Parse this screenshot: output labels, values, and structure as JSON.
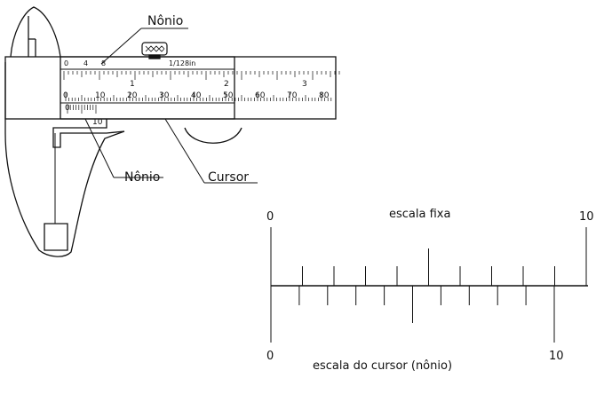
{
  "caliper": {
    "callout_top": "Nônio",
    "callout_bottom": "Nônio",
    "callout_cursor": "Cursor",
    "inch_fraction": "1/128in",
    "inch_labels": [
      "0",
      "4",
      "8"
    ],
    "inch_major": [
      "1",
      "2",
      "3"
    ],
    "mm_labels": [
      "0",
      "10",
      "20",
      "30",
      "40",
      "50",
      "60",
      "70",
      "80"
    ],
    "vernier_labels": [
      "0",
      "10"
    ]
  },
  "scale_diagram": {
    "fixed_label": "escala fixa",
    "vernier_label": "escala do cursor (nônio)",
    "fixed_start": "0",
    "fixed_end": "10",
    "vernier_start": "0",
    "vernier_end": "10"
  }
}
